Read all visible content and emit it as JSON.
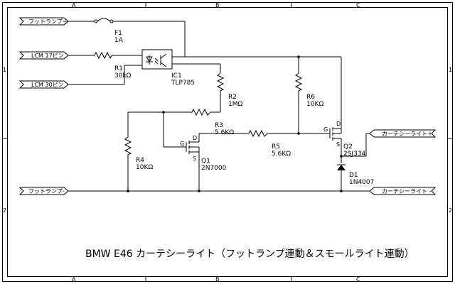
{
  "grid": {
    "columns": [
      "A",
      "B",
      "C"
    ],
    "rows": [
      "1",
      "2"
    ]
  },
  "title": "BMW E46 カーテシーライト（フットランプ連動＆スモールライト連動）",
  "connectors": {
    "foot_lamp_plus": "フットランプ＋",
    "lcm17": "LCM 17ピン",
    "lcm30": "LCM 30ピン",
    "foot_lamp_minus": "フットランプ-",
    "courtesy_plus": "カーテシーライト＋",
    "courtesy_minus": "カーテシーライト -"
  },
  "components": {
    "F1": {
      "ref": "F1",
      "value": "1A"
    },
    "R1": {
      "ref": "R1",
      "value": "30kΩ"
    },
    "IC1": {
      "ref": "IC1",
      "value": "TLP785"
    },
    "R2": {
      "ref": "R2",
      "value": "1MΩ"
    },
    "R3": {
      "ref": "R3",
      "value": "5.6KΩ"
    },
    "R4": {
      "ref": "R4",
      "value": "10KΩ"
    },
    "R5": {
      "ref": "R5",
      "value": "5.6KΩ"
    },
    "R6": {
      "ref": "R6",
      "value": "10KΩ"
    },
    "Q1": {
      "ref": "Q1",
      "value": "2N7000",
      "g": "G",
      "d": "D",
      "s": "S"
    },
    "Q2": {
      "ref": "Q2",
      "value": "2SJ334",
      "g": "G",
      "d": "D",
      "s": "S"
    },
    "D1": {
      "ref": "D1",
      "value": "1N4007"
    }
  }
}
